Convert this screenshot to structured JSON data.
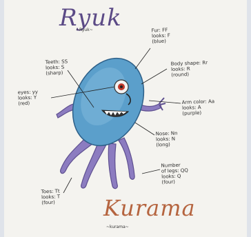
{
  "titles": {
    "top": "Ryuk",
    "top_sub": "~Ryuk~",
    "bottom": "Kurama",
    "bottom_sub": "~kurama~"
  },
  "labels": {
    "fur": [
      "Fur: FF",
      "looks: F",
      "(blue)"
    ],
    "body": [
      "Body shape: Rr",
      "looks: R",
      "(round)"
    ],
    "arm": [
      "Arm color: Aa",
      "looks: A",
      "(purple)"
    ],
    "nose": [
      "Nose: Nn",
      "looks: N",
      "(long)"
    ],
    "legs": [
      "Number",
      "of legs: QQ",
      "looks: Q",
      "(four)"
    ],
    "toes": [
      "Toes: Tt",
      "looks: T",
      "(four)"
    ],
    "teeth": [
      "Teeth: SS",
      "looks: S",
      "(sharp)"
    ],
    "eyes": [
      "eyes: yy",
      "looks: Y",
      "(red)"
    ]
  },
  "colors": {
    "body": "#5b9fcb",
    "limbs": "#8c7cc0",
    "eye": "#c0392b",
    "title_top": "#5b4a86",
    "title_bottom": "#b5643f"
  }
}
